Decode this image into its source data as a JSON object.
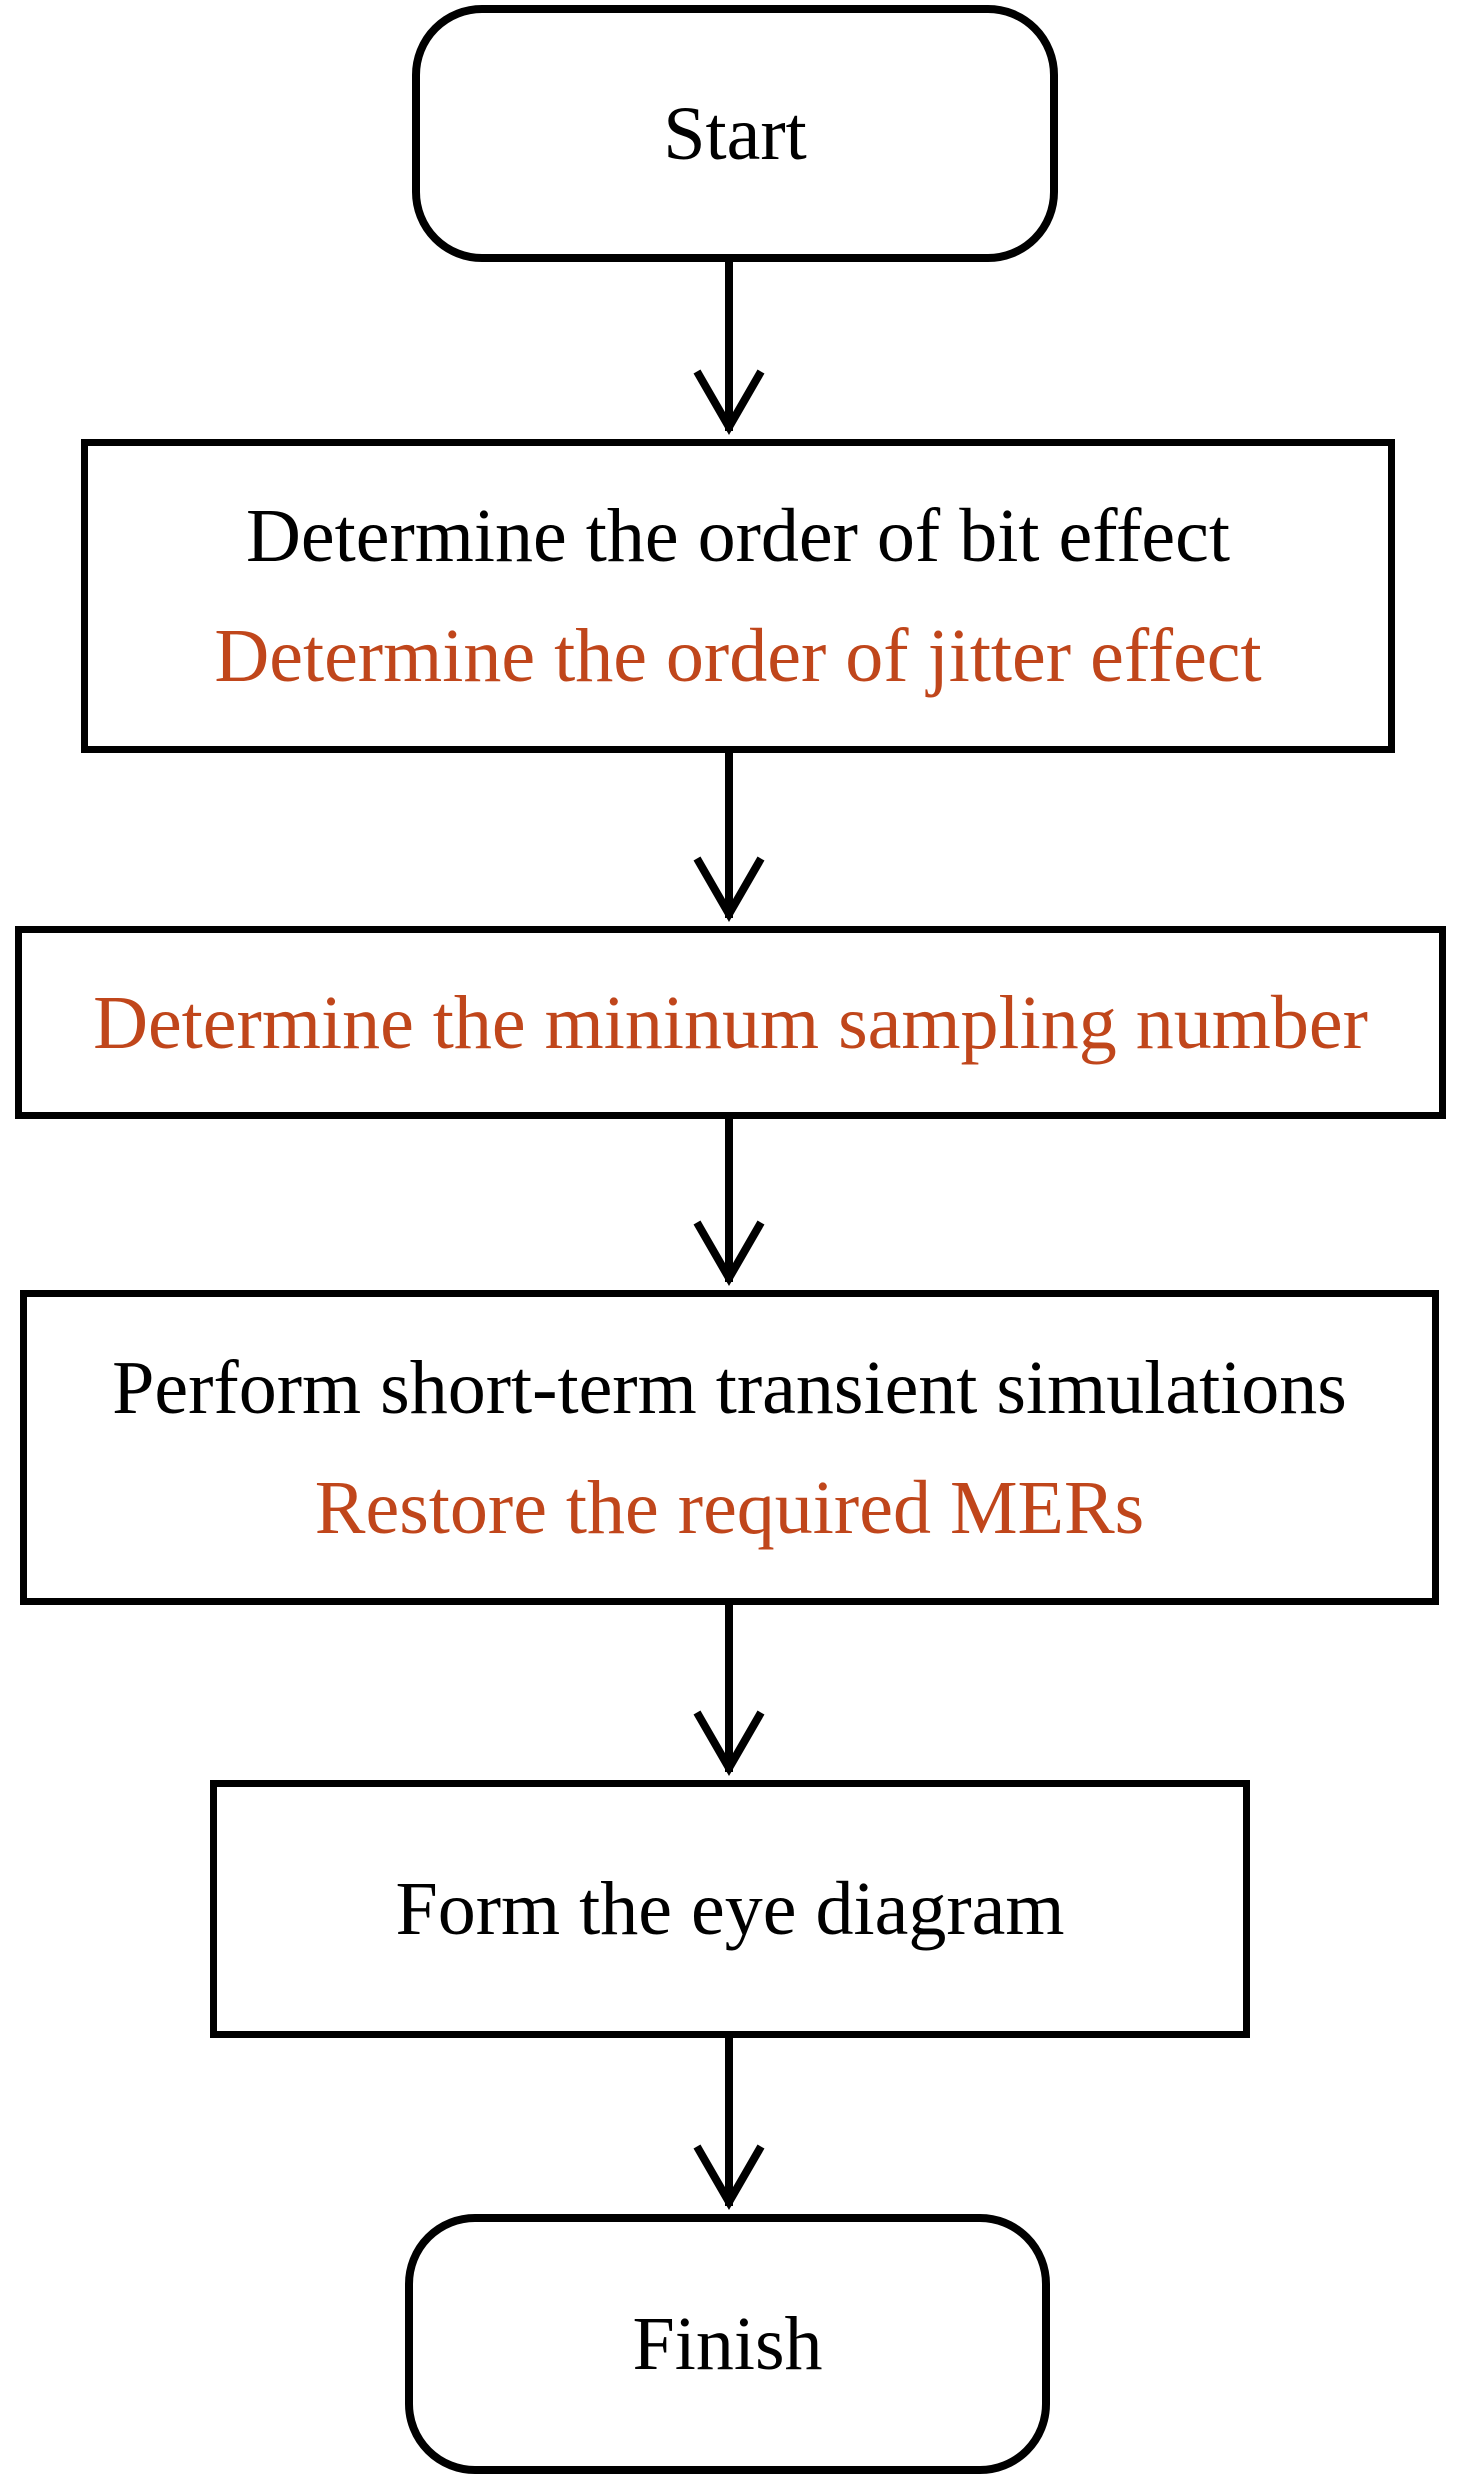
{
  "flowchart": {
    "start": {
      "label": "Start"
    },
    "steps": [
      {
        "line1": "Determine the order of bit effect",
        "line2": "Determine the order of jitter effect"
      },
      {
        "line1": "Determine the mininum sampling number"
      },
      {
        "line1": "Perform short-term transient simulations",
        "line2": "Restore the required MERs"
      },
      {
        "line1": "Form the eye diagram"
      }
    ],
    "finish": {
      "label": "Finish"
    }
  },
  "colors": {
    "text": "#000000",
    "accent_text": "#c0461b",
    "stroke": "#000000",
    "background": "#ffffff"
  }
}
